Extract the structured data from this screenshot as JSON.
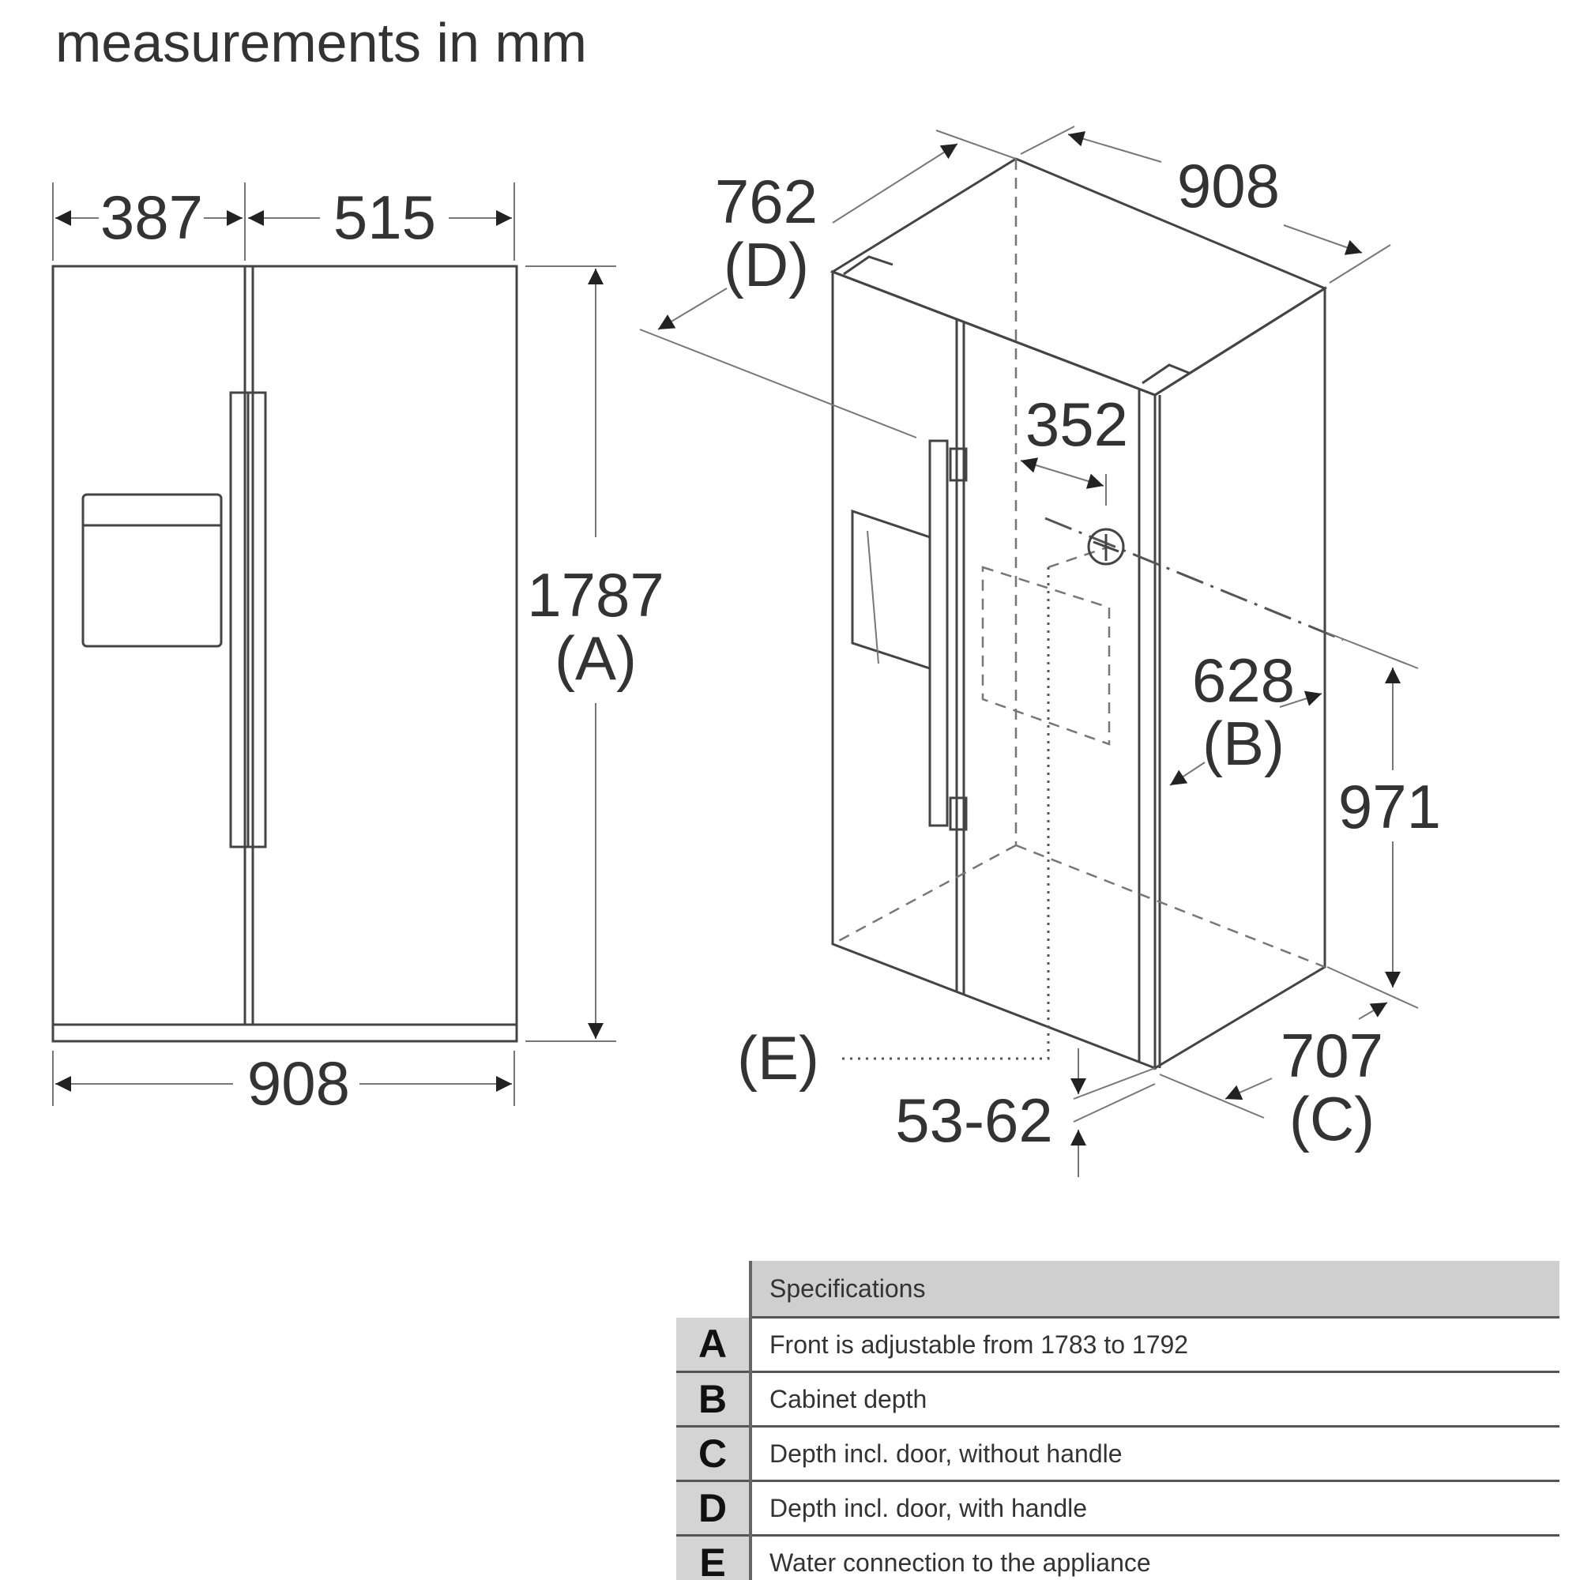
{
  "title": "measurements in mm",
  "front_view": {
    "width_left_door": "387",
    "width_right_door": "515",
    "height": "1787",
    "height_key": "(A)",
    "total_width": "908"
  },
  "iso_view": {
    "width": "908",
    "depth_with_handle": "762",
    "depth_with_handle_key": "(D)",
    "water_offset": "352",
    "cabinet_depth": "628",
    "cabinet_depth_key": "(B)",
    "water_height": "971",
    "depth_without_handle": "707",
    "depth_without_handle_key": "(C)",
    "water_connection_key": "(E)",
    "feet_range": "53-62"
  },
  "specifications": {
    "header": "Specifications",
    "rows": [
      {
        "key": "A",
        "text": "Front is adjustable from 1783 to 1792"
      },
      {
        "key": "B",
        "text": "Cabinet depth"
      },
      {
        "key": "C",
        "text": "Depth incl. door, without handle"
      },
      {
        "key": "D",
        "text": "Depth incl. door, with handle"
      },
      {
        "key": "E",
        "text": "Water connection to the appliance"
      }
    ]
  }
}
